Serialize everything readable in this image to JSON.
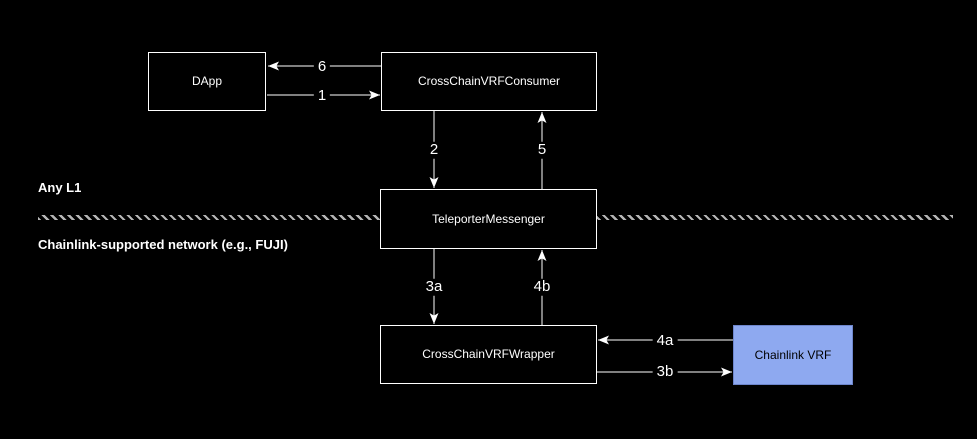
{
  "regions": {
    "any_l1": "Any L1",
    "chainlink_network": "Chainlink-supported network (e.g., FUJI)"
  },
  "nodes": {
    "dapp": {
      "label": "DApp"
    },
    "consumer": {
      "label": "CrossChainVRFConsumer"
    },
    "messenger": {
      "label": "TeleporterMessenger"
    },
    "wrapper": {
      "label": "CrossChainVRFWrapper"
    },
    "chainlink": {
      "label": "Chainlink VRF"
    }
  },
  "edges": [
    {
      "label": "6",
      "from": "CrossChainVRFConsumer",
      "to": "DApp"
    },
    {
      "label": "1",
      "from": "DApp",
      "to": "CrossChainVRFConsumer"
    },
    {
      "label": "2",
      "from": "CrossChainVRFConsumer",
      "to": "TeleporterMessenger"
    },
    {
      "label": "5",
      "from": "TeleporterMessenger",
      "to": "CrossChainVRFConsumer"
    },
    {
      "label": "3a",
      "from": "TeleporterMessenger",
      "to": "CrossChainVRFWrapper"
    },
    {
      "label": "4b",
      "from": "CrossChainVRFWrapper",
      "to": "TeleporterMessenger"
    },
    {
      "label": "4a",
      "from": "Chainlink VRF",
      "to": "CrossChainVRFWrapper"
    },
    {
      "label": "3b",
      "from": "CrossChainVRFWrapper",
      "to": "Chainlink VRF"
    }
  ],
  "colors": {
    "background": "#000000",
    "line": "#ffffff",
    "box_border": "#ffffff",
    "box_fill": "#000000",
    "box_text": "#ffffff",
    "divider": "#b5b5b5",
    "chainlink_fill": "#8EA9F0",
    "chainlink_border": "#6E86CC",
    "chainlink_text": "#000000"
  }
}
